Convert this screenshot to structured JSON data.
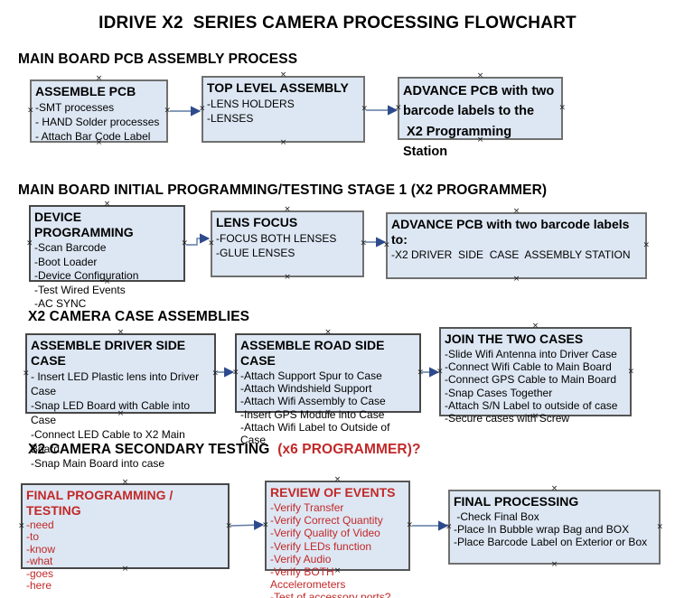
{
  "title": "IDRIVE X2  SERIES CAMERA PROCESSING FLOWCHART",
  "colors": {
    "box_fill": "#dde7f3",
    "box_border": "#707070",
    "box_border_dark": "#474747",
    "red_text": "#c22828",
    "arrow_line": "#5f7aa3",
    "arrow_head": "#2c4a8c",
    "text": "#000000",
    "background": "#ffffff"
  },
  "sections": [
    {
      "header": "MAIN BOARD PCB ASSEMBLY PROCESS",
      "boxes": [
        {
          "title": "ASSEMBLE PCB",
          "items": [
            "-SMT processes",
            "- HAND Solder processes",
            "- Attach Bar Code Label"
          ]
        },
        {
          "title": "TOP LEVEL ASSEMBLY",
          "items": [
            "-LENS HOLDERS",
            "-LENSES"
          ]
        },
        {
          "title": "ADVANCE PCB with two\nbarcode labels to the\n X2 Programming Station",
          "items": []
        }
      ]
    },
    {
      "header": "MAIN BOARD INITIAL PROGRAMMING/TESTING STAGE 1 (X2 PROGRAMMER)",
      "boxes": [
        {
          "title": "DEVICE PROGRAMMING",
          "items": [
            "-Scan Barcode",
            "-Boot Loader",
            "-Device Configuration",
            "-Test Wired Events",
            "-AC SYNC"
          ]
        },
        {
          "title": "LENS FOCUS",
          "items": [
            "-FOCUS BOTH LENSES",
            "-GLUE LENSES"
          ]
        },
        {
          "title": "ADVANCE PCB with two barcode labels to:",
          "items": [
            "-X2 DRIVER  SIDE  CASE  ASSEMBLY STATION"
          ]
        }
      ]
    },
    {
      "header": "X2 CAMERA CASE ASSEMBLIES",
      "boxes": [
        {
          "title": "ASSEMBLE DRIVER SIDE CASE",
          "items": [
            "- Insert LED Plastic lens into Driver Case",
            "-Snap LED Board with Cable into Case",
            "-Connect LED Cable to X2 Main Board",
            "-Snap Main Board into case"
          ]
        },
        {
          "title": "ASSEMBLE ROAD SIDE CASE",
          "items": [
            "-Attach Support Spur to Case",
            "-Attach Windshield Support",
            "-Attach Wifi Assembly to Case",
            "-Insert GPS Module into Case",
            "-Attach Wifi Label to Outside of Case"
          ]
        },
        {
          "title": "JOIN THE TWO CASES",
          "items": [
            "-Slide Wifi Antenna into Driver Case",
            "-Connect Wifi Cable to Main Board",
            "-Connect GPS Cable to Main Board",
            "-Snap Cases Together",
            "-Attach S/N Label to outside of case",
            "-Secure cases with Screw"
          ]
        }
      ]
    },
    {
      "header": "X2 CAMERA SECONDARY TESTING",
      "header_red": "  (x6 PROGRAMMER)?",
      "boxes": [
        {
          "title": "FINAL PROGRAMMING / TESTING",
          "items": [
            "-need",
            "-to",
            "-know",
            "-what",
            "-goes",
            "-here"
          ]
        },
        {
          "title": "REVIEW OF EVENTS",
          "items": [
            "-Verify Transfer",
            "-Verify Correct Quantity",
            "-Verify Quality of Video",
            "-Verify LEDs function",
            "-Verify Audio",
            "-Verify BOTH Accelerometers",
            "-Test of accessory ports?"
          ]
        },
        {
          "title": "FINAL PROCESSING",
          "items": [
            " -Check Final Box",
            "-Place In Bubble wrap Bag and BOX",
            "-Place Barcode Label on Exterior or Box"
          ]
        }
      ]
    }
  ]
}
